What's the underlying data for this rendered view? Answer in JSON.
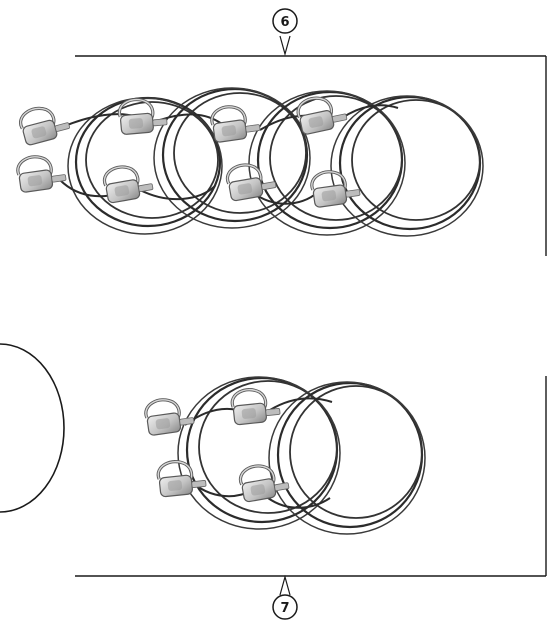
{
  "callouts": {
    "top": {
      "number": "6"
    },
    "bottom": {
      "number": "7"
    }
  },
  "groups": {
    "top": {
      "cable_count": 4
    },
    "bottom": {
      "cable_count": 2
    }
  },
  "icons": {
    "cable": "cable-loop-icon",
    "clamp": "eye-clamp-icon"
  },
  "colors": {
    "cable": "#2b2b2b",
    "cable_highlight": "#6a6a6a",
    "clamp_fill": "#d2d2d2",
    "clamp_stroke": "#5a5a5a",
    "line": "#1a1a1a",
    "background": "#ffffff"
  }
}
